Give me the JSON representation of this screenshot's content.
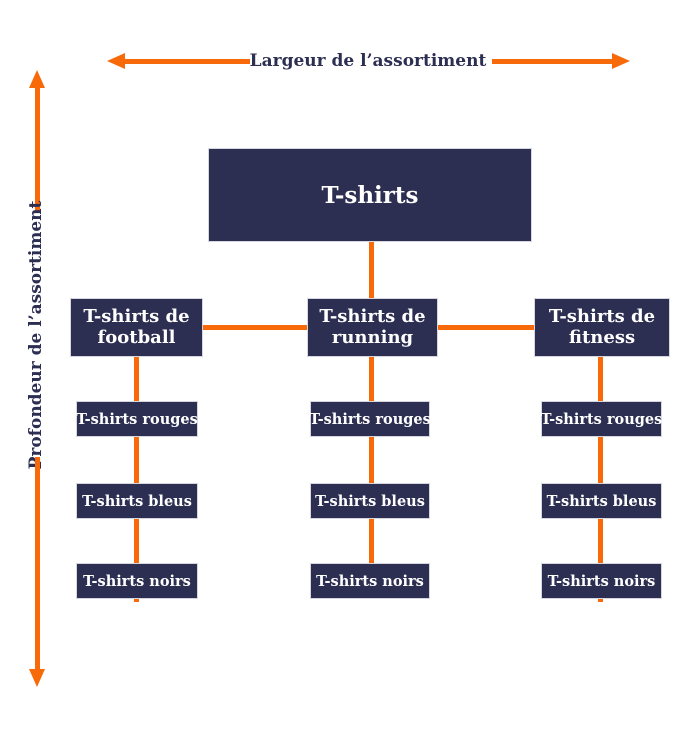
{
  "colors": {
    "box_navy": "#2C2E52",
    "accent_orange": "#F8690A",
    "box_text": "#FFFFFF",
    "label_navy": "#2C2E52",
    "background": "#FFFFFF"
  },
  "axes": {
    "width_label": "Largeur de l’assortiment",
    "depth_label": "Profondeur de l’assortiment"
  },
  "tree": {
    "root_label": "T-shirts",
    "categories": [
      {
        "label": "T-shirts de football",
        "children": [
          "T-shirts rouges",
          "T-shirts bleus",
          "T-shirts noirs"
        ]
      },
      {
        "label": "T-shirts de running",
        "children": [
          "T-shirts rouges",
          "T-shirts bleus",
          "T-shirts noirs"
        ]
      },
      {
        "label": "T-shirts de fitness",
        "children": [
          "T-shirts rouges",
          "T-shirts bleus",
          "T-shirts noirs"
        ]
      }
    ]
  }
}
